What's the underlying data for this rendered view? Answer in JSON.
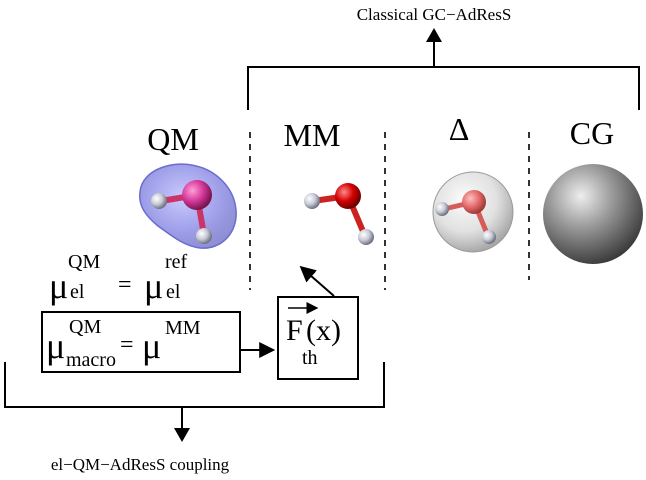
{
  "top_label": "Classical GC−AdResS",
  "bottom_label": "el−QM−AdResS coupling",
  "regions": {
    "qm": "QM",
    "mm": "MM",
    "delta": "Δ",
    "cg": "CG"
  },
  "equation_el": {
    "mu": "μ",
    "lhs_sub": "el",
    "lhs_sup": "QM",
    "equals": "=",
    "rhs_sub": "el",
    "rhs_sup": "ref"
  },
  "equation_macro": {
    "mu": "μ",
    "lhs_sub": "macro",
    "lhs_sup": "QM",
    "equals": "=",
    "rhs_sup": "MM"
  },
  "force_box": {
    "symbol": "F",
    "argument": "(x)",
    "subscript": "th"
  },
  "colors": {
    "qm_cloud": "#8f8fe6",
    "oxygen_qm": "#d6399b",
    "oxygen_mm": "#d40000",
    "hydrogen": "#c8cbd6",
    "cg_sphere": "#7a7a7a"
  }
}
